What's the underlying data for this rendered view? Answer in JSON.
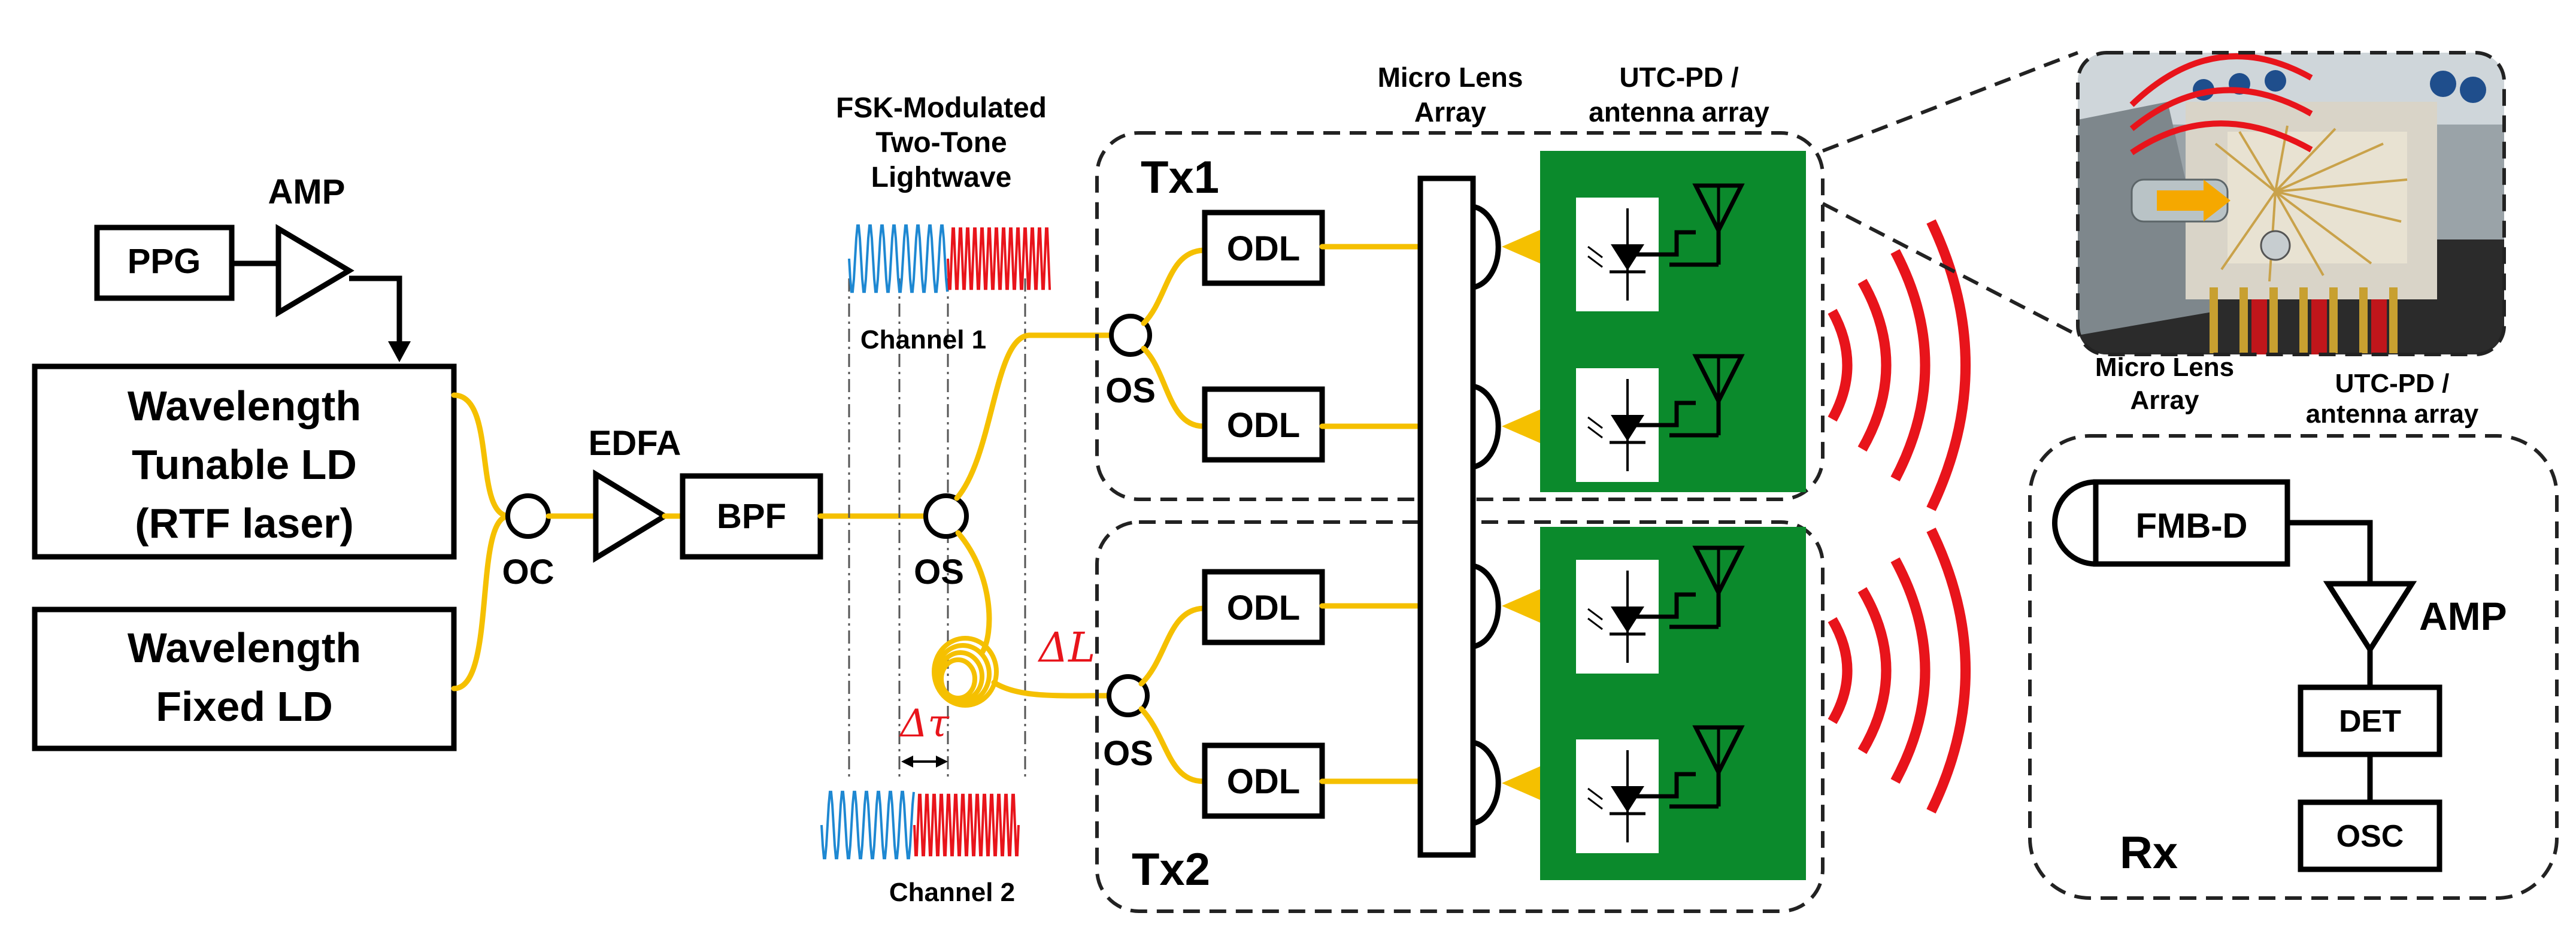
{
  "labels": {
    "ppg": "PPG",
    "amp_top": "AMP",
    "wavelength_tunable_l1": "Wavelength",
    "wavelength_tunable_l2": "Tunable LD",
    "wavelength_tunable_l3": "(RTF laser)",
    "wavelength_fixed_l1": "Wavelength",
    "wavelength_fixed_l2": "Fixed LD",
    "oc": "OC",
    "edfa": "EDFA",
    "bpf": "BPF",
    "os_main": "OS",
    "os_tx1": "OS",
    "os_tx2": "OS",
    "delta_l": "ΔL",
    "delta_tau": "Δτ",
    "fsk_l1": "FSK-Modulated",
    "fsk_l2": "Two-Tone",
    "fsk_l3": "Lightwave",
    "channel1": "Channel 1",
    "channel2": "Channel 2",
    "tx1": "Tx1",
    "tx2": "Tx2",
    "odl": "ODL",
    "micro_lens_l1": "Micro Lens",
    "micro_lens_l2": "Array",
    "utc_pd_l1": "UTC-PD /",
    "utc_pd_l2": "antenna array",
    "photo_micro_lens_l1": "Micro Lens",
    "photo_micro_lens_l2": "Array",
    "photo_utc_pd_l1": "UTC-PD /",
    "photo_utc_pd_l2": "antenna array",
    "fmbd": "FMB-D",
    "amp_rx": "AMP",
    "det": "DET",
    "osc": "OSC",
    "rx": "Rx"
  },
  "colors": {
    "fiber": "#f5c000",
    "radiation": "#e8141b",
    "pd_board": "#0b8a2c",
    "wave_blue": "#1e88d2",
    "wave_red": "#e8141b"
  },
  "icons": [
    "amplifier-triangle-icon",
    "photodiode-icon",
    "antenna-icon",
    "fiber-coil-icon",
    "radiation-wave-icon"
  ]
}
